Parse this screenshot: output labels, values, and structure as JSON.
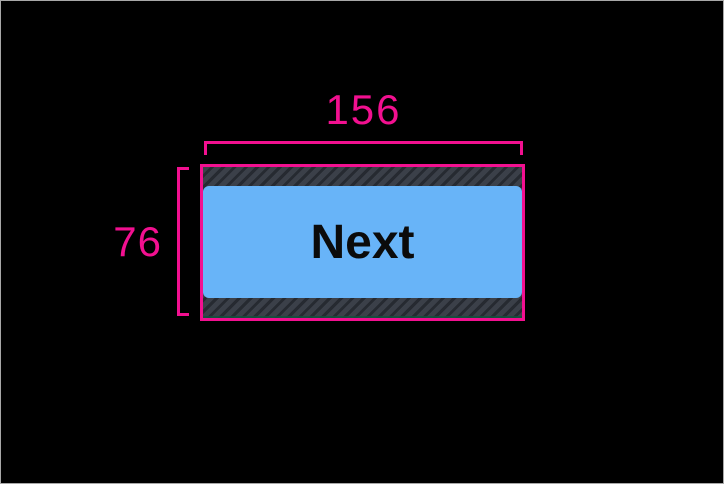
{
  "view": {
    "button_label": "Next"
  },
  "measurements": {
    "width": "156",
    "height": "76"
  },
  "colors": {
    "annotation_pink": "#f21090",
    "button_blue": "#68b4f8",
    "button_text": "#0b0b0b",
    "hatch_base": "#3b4049",
    "hatch_stripe": "#262a31",
    "baseline_teal": "#14503c",
    "canvas_background": "#000000",
    "screen_border": "#a8a8a8"
  }
}
